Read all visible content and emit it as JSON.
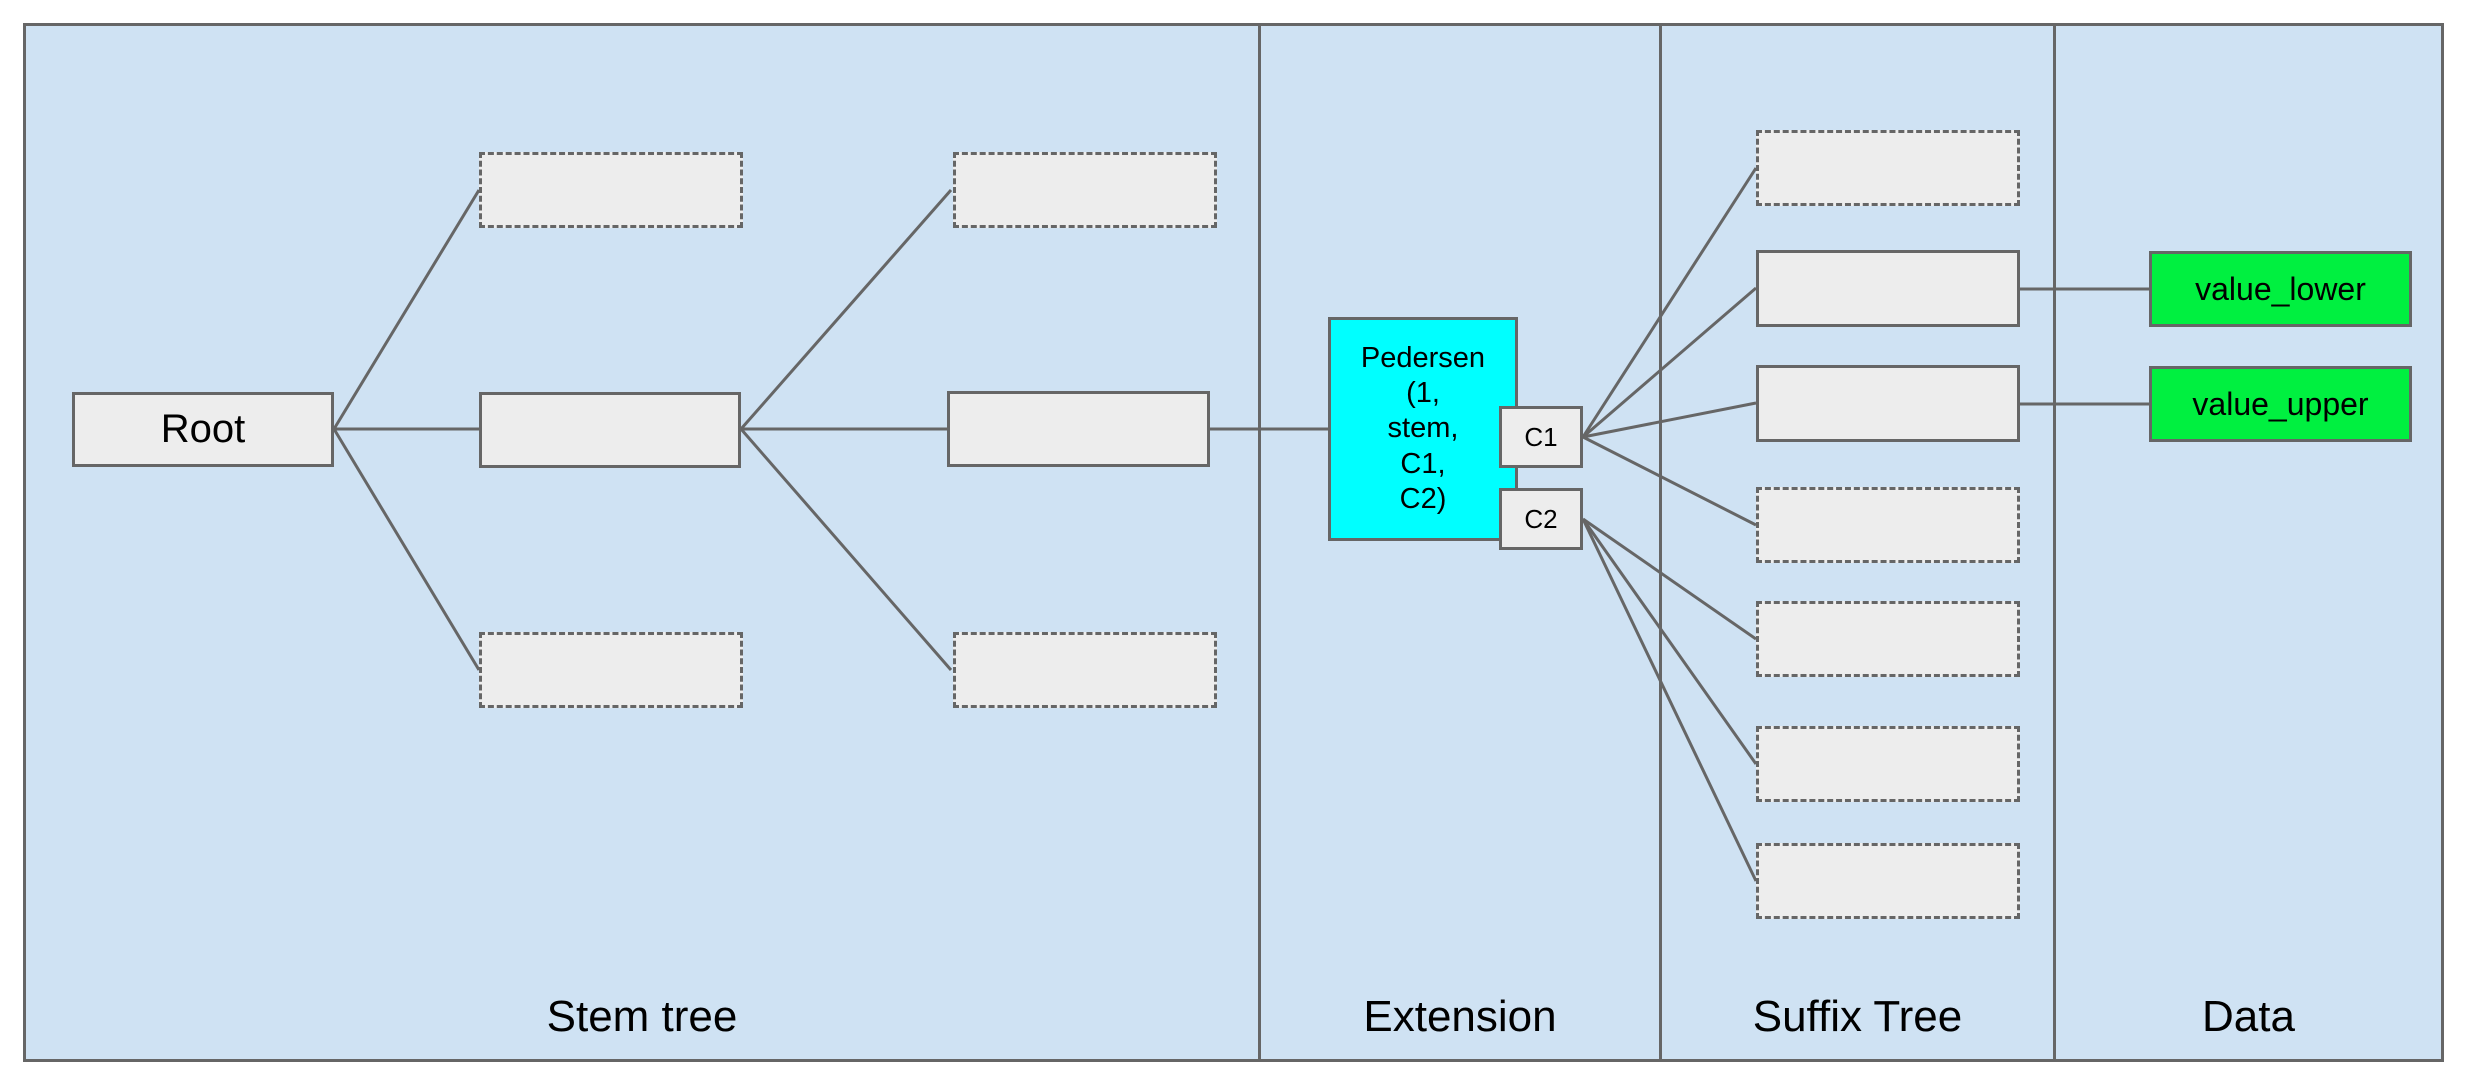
{
  "diagram": {
    "sections": [
      {
        "label": "Stem tree"
      },
      {
        "label": "Extension"
      },
      {
        "label": "Suffix Tree"
      },
      {
        "label": "Data"
      }
    ],
    "nodes": {
      "root": {
        "label": "Root"
      },
      "pedersen": {
        "label": "Pedersen\n(1,\nstem,\nC1,\nC2)"
      },
      "c1": {
        "label": "C1"
      },
      "c2": {
        "label": "C2"
      },
      "value_lower": {
        "label": "value_lower"
      },
      "value_upper": {
        "label": "value_upper"
      }
    },
    "placeholder_counts": {
      "stem_tree_dashed_empty": 4,
      "stem_tree_solid_empty": 2,
      "suffix_tree_dashed_empty": 5,
      "suffix_tree_solid_empty": 2
    },
    "colors": {
      "section_fill": "#cfe2f3",
      "node_fill": "#ededed",
      "stroke": "#666666",
      "pedersen_fill": "#00ffff",
      "value_fill": "#00f040",
      "text": "#000000"
    }
  }
}
